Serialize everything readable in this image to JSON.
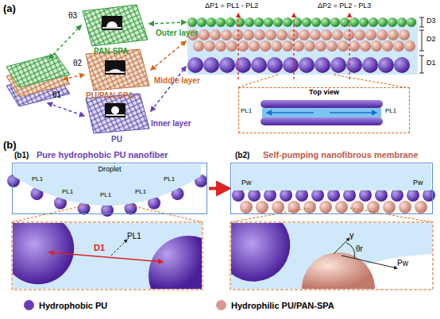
{
  "diagram": {
    "nodes": [
      {
        "text": [
          "Pure hydrophobic PU nanofiber",
          "Droplet"
        ]
      },
      {
        "text": [
          "Self-pumping nanofibrous membrane"
        ]
      },
      {
        "text": [
          "Top view"
        ]
      }
    ],
    "edges": [
      {
        "from": 0,
        "to": 1,
        "arrow": "to"
      }
    ],
    "labels": [
      "(a)",
      "θ3",
      "θ2",
      "θ1",
      "PAN-SPA",
      "PU/PAN-SPA",
      "PU",
      "Outer layer",
      "Middle layer",
      "Inner layer",
      "ΔP1 = PL1 - PL2",
      "ΔP2 = PL2 - PL3",
      "D3",
      "D2",
      "D1",
      "PL1",
      "PL1",
      "(b)",
      "(b1)",
      "PL1",
      "PL1",
      "PL1",
      "PL1",
      "PL1",
      "D1",
      "PL1",
      "(b2)",
      "Pw",
      "Pw",
      "γ",
      "θr",
      "Pw"
    ],
    "legend": [
      {
        "text": "Hydrophobic PU",
        "color": "#6a3db8"
      },
      {
        "text": "Hydrophilic PU/PAN-SPA",
        "color": "#d9998c"
      }
    ]
  }
}
